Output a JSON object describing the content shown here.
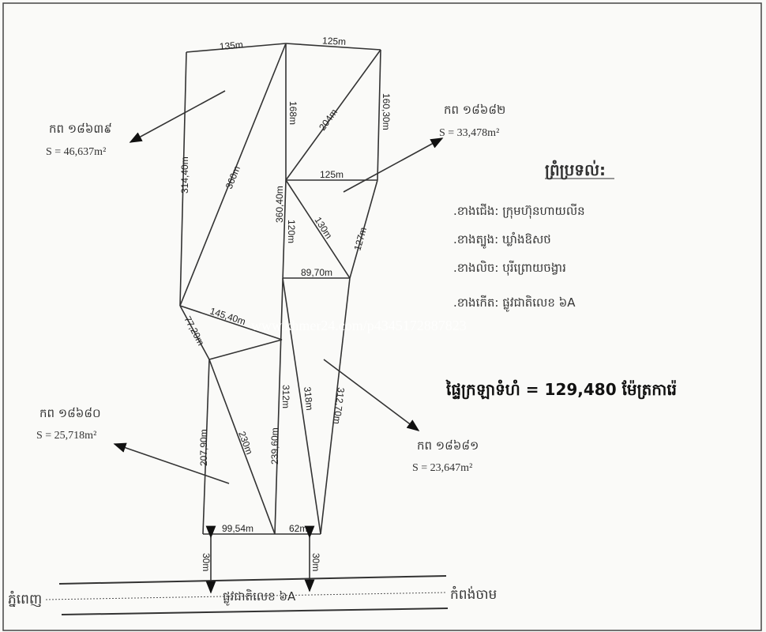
{
  "dimensions": {
    "top_left": "135m",
    "top_right": "125m",
    "left_edge": "314,40m",
    "diag_360": "360m",
    "v_168": "168m",
    "diag_204": "204m",
    "right_160": "160,30m",
    "mid_125": "125m",
    "v_360_40": "360,40m",
    "v_120": "120m",
    "diag_130": "130m",
    "right_127": "127m",
    "h_89_70": "89,70m",
    "diag_145_40": "145,40m",
    "short_77_20": "77,20m",
    "v_312": "312m",
    "diag_318": "318m",
    "right_312_70": "312,70m",
    "left_207_90": "207,90m",
    "diag_230": "230m",
    "v_239_60": "239,60m",
    "bottom_99_54": "99,54m",
    "bottom_62": "62m",
    "setback_left": "30m",
    "setback_right": "30m"
  },
  "plots": [
    {
      "id": "កព ១៨៦៣៩",
      "area": "S = 46,637m²"
    },
    {
      "id": "កព ១៨៦៨២",
      "area": "S = 33,478m²"
    },
    {
      "id": "កព ១៨៦៨០",
      "area": "S = 25,718m²"
    },
    {
      "id": "កព ១៨៦៨១",
      "area": "S = 23,647m²"
    }
  ],
  "boundaries": {
    "title": "ព្រំប្រទល់:",
    "items": [
      ".ខាងជើង: ក្រុមហ៊ុនហាយលីន",
      ".ខាងត្បូង: ឃ្លាំងឱសថ",
      ".ខាងលិច: បុរីព្រោយចង្វារ",
      ".ខាងកើត: ផ្លូវជាតិលេខ ៦A"
    ]
  },
  "total_area": "ផ្ទៃក្រឡាទំហំ = 129,480 ម៉ែត្រការ៉េ",
  "road": {
    "name": "ផ្លូវជាតិលេខ ៦A",
    "west": "ភ្នំពេញ",
    "east": "កំពង់ចាម"
  },
  "watermark": "www.khmer24.com/p4345172887823"
}
